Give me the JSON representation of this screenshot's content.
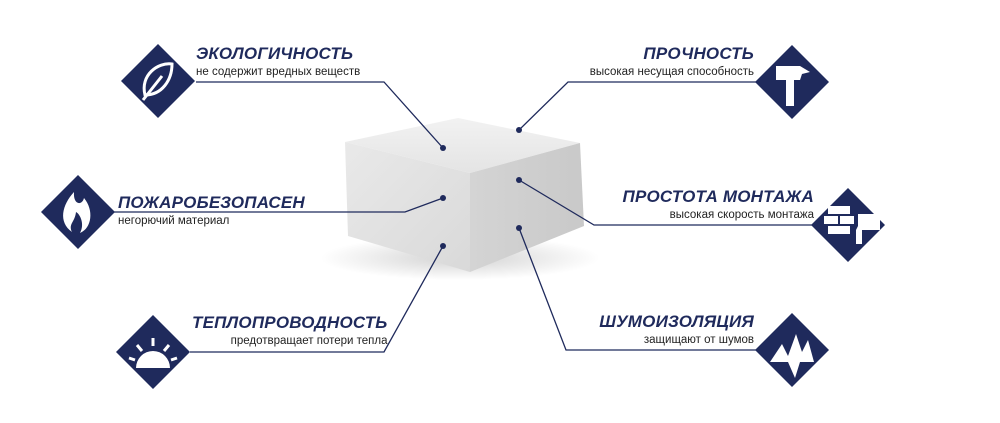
{
  "colors": {
    "navy": "#1f2a5c",
    "leader": "#1f2a5c",
    "block": "#e6e6e6"
  },
  "features": [
    {
      "id": "eco",
      "title": "ЭКОЛОГИЧНОСТЬ",
      "subtitle": "не содержит вредных веществ",
      "icon": "leaf-icon"
    },
    {
      "id": "fire",
      "title": "ПОЖАРОБЕЗОПАСЕН",
      "subtitle": "негорючий материал",
      "icon": "flame-icon"
    },
    {
      "id": "heat",
      "title": "ТЕПЛОПРОВОДНОСТЬ",
      "subtitle": "предотвращает потери тепла",
      "icon": "sun-icon"
    },
    {
      "id": "strength",
      "title": "ПРОЧНОСТЬ",
      "subtitle": "высокая несущая способность",
      "icon": "hammer-icon"
    },
    {
      "id": "mount",
      "title": "ПРОСТОТА МОНТАЖА",
      "subtitle": "высокая скорость монтажа",
      "icon": "trowel-icon"
    },
    {
      "id": "noise",
      "title": "ШУМОИЗОЛЯЦИЯ",
      "subtitle": "защищают от шумов",
      "icon": "sound-icon"
    }
  ]
}
